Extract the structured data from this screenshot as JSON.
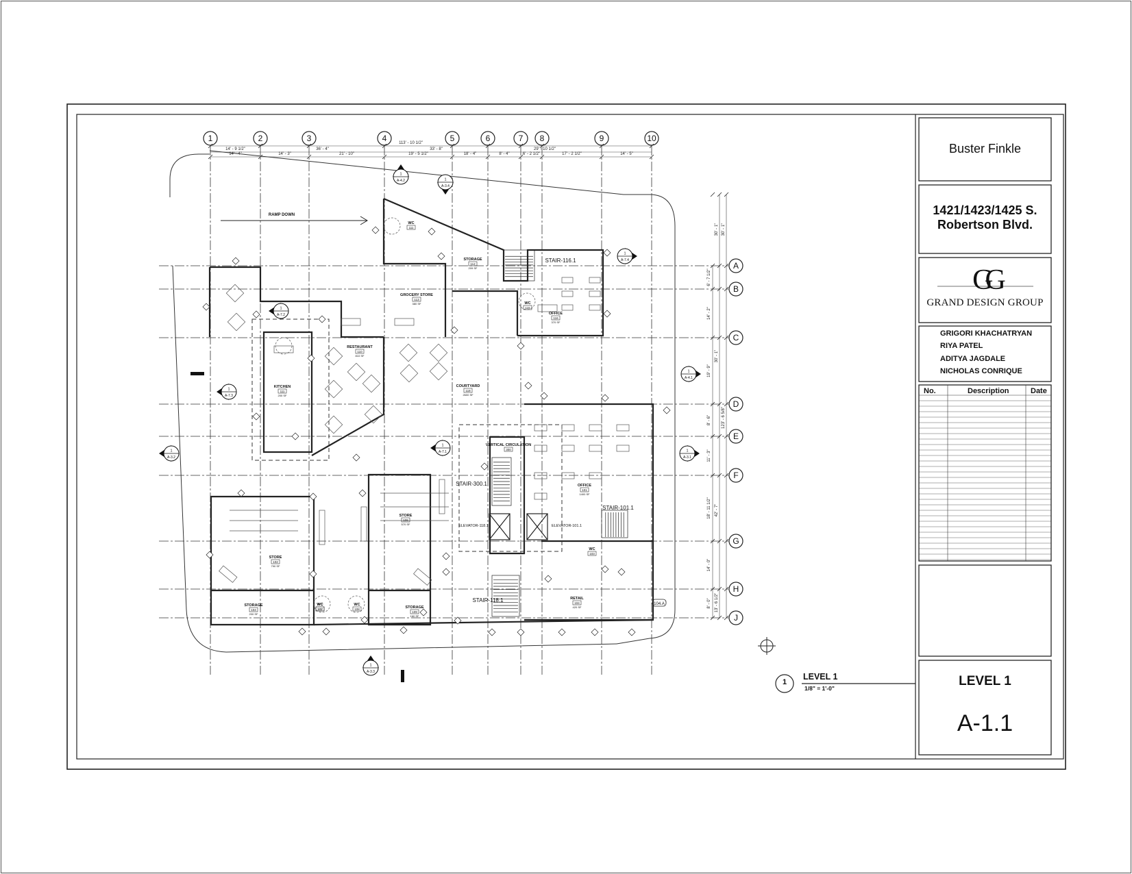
{
  "title_block": {
    "client": "Buster Finkle",
    "address_line1": "1421/1423/1425 S.",
    "address_line2": "Robertson Blvd.",
    "firm_monogram": "GG",
    "firm_name": "GRAND DESIGN GROUP",
    "team": [
      "GRIGORI KHACHATRYAN",
      "RIYA PATEL",
      "ADITYA JAGDALE",
      "NICHOLAS CONRIQUE"
    ],
    "revision_table": {
      "headers": [
        "No.",
        "Description",
        "Date"
      ]
    },
    "sheet_title": "LEVEL 1",
    "sheet_number": "A-1.1"
  },
  "view_title": {
    "number": "1",
    "name": "LEVEL 1",
    "scale": "1/8\" = 1'-0\""
  },
  "grid": {
    "columns": [
      "1",
      "2",
      "3",
      "4",
      "5",
      "6",
      "7",
      "8",
      "9",
      "10"
    ],
    "rows": [
      "A",
      "B",
      "C",
      "D",
      "E",
      "F",
      "G",
      "H",
      "J"
    ]
  },
  "dimensions": {
    "top_overall": [
      "113' - 10 1/2\""
    ],
    "top_row1": [
      "14' - 9 1/2\"",
      "36' - 4\"",
      "33' - 8\"",
      "29' - 10 1/2\""
    ],
    "top_row2": [
      "14' - 4\"",
      "14' - 3\"",
      "21' - 10\"",
      "19' - 5 1/2\"",
      "18' - 4\"",
      "8' - 4\"",
      "6' - 2 1/2\"",
      "17' - 2 1/2\"",
      "14' - 5\""
    ],
    "right_chain": [
      "6' - 7 1/2\"",
      "14' - 2\"",
      "19' - 9\"",
      "8' - 6\"",
      "11' - 3\"",
      "18' - 11 1/2\"",
      "14' - 0\"",
      "8' - 0\""
    ],
    "right_overall": [
      "30' - 1\"",
      "30' - 1\"",
      "123' - 6 5/8\"",
      "42' - 7\"",
      "13' - 6 1/2\""
    ]
  },
  "rooms": [
    {
      "name": "GROCERY STORE",
      "number": "113",
      "area": "380 SF"
    },
    {
      "name": "WC",
      "number": "111",
      "area": ""
    },
    {
      "name": "STORAGE",
      "number": "112",
      "area": "209 SF"
    },
    {
      "name": "WC",
      "number": "115",
      "area": ""
    },
    {
      "name": "OFFICE",
      "number": "116",
      "area": "370 SF"
    },
    {
      "name": "RESTAURANT",
      "number": "110",
      "area": "810 SF"
    },
    {
      "name": "KITCHEN",
      "number": "111",
      "area": "200 SF"
    },
    {
      "name": "COURTYARD",
      "number": "118",
      "area": "2600 SF"
    },
    {
      "name": "VERTICAL CIRCULATION",
      "number": "300",
      "area": ""
    },
    {
      "name": "OFFICE",
      "number": "101",
      "area": "1400 SF"
    },
    {
      "name": "STORE",
      "number": "106",
      "area": "570 SF"
    },
    {
      "name": "STORE",
      "number": "102",
      "area": "790 SF"
    },
    {
      "name": "STORAGE",
      "number": "104",
      "area": "200 SF"
    },
    {
      "name": "STORAGE",
      "number": "109",
      "area": "160 SF"
    },
    {
      "name": "WC",
      "number": "107",
      "area": ""
    },
    {
      "name": "WC",
      "number": "108",
      "area": ""
    },
    {
      "name": "WC",
      "number": "102",
      "area": ""
    },
    {
      "name": "WC",
      "number": "103",
      "area": ""
    },
    {
      "name": "RETAIL",
      "number": "104",
      "area": "420 SF"
    }
  ],
  "labels": {
    "ramp": "RAMP DOWN",
    "stairs": [
      "STAIR-116.1",
      "STAIR-300.1",
      "STAIR-101.1",
      "STAIR-118.1"
    ],
    "elevators": [
      "ELEVATOR-118.1",
      "ELEVATOR-101.1"
    ],
    "door_tag": "104.A"
  },
  "sections": [
    {
      "num": "1",
      "sheet": "A-3.1"
    },
    {
      "num": "1",
      "sheet": "A-3.2"
    },
    {
      "num": "1",
      "sheet": "A-3.3"
    },
    {
      "num": "1",
      "sheet": "A-3.4"
    },
    {
      "num": "1",
      "sheet": "A-4.1"
    },
    {
      "num": "1",
      "sheet": "A-4.2"
    }
  ],
  "elevation_tags": [
    {
      "num": "1",
      "sheet": "A-7.1"
    },
    {
      "num": "1",
      "sheet": "A-7.2"
    },
    {
      "num": "1",
      "sheet": "A-7.3"
    },
    {
      "num": "1",
      "sheet": "A-7.4"
    }
  ]
}
